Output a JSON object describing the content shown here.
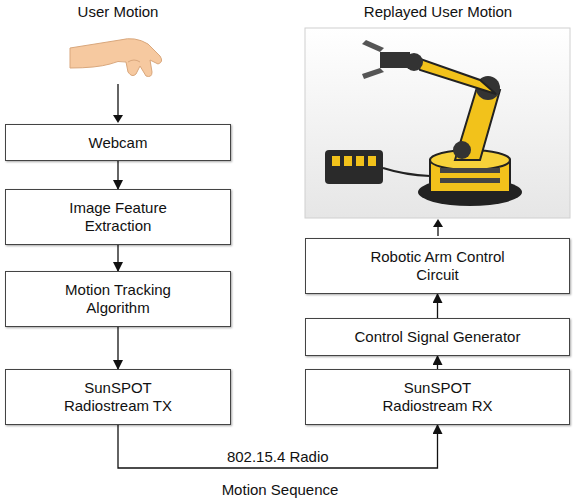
{
  "diagram": {
    "nodes": [
      {
        "text": [
          "Webcam"
        ]
      },
      {
        "text": [
          "Image Feature Extraction"
        ]
      },
      {
        "text": [
          "Motion Tracking Algorithm"
        ]
      },
      {
        "text": [
          "SunSPOT Radiostream TX"
        ]
      },
      {
        "text": [
          "SunSPOT Radiostream RX"
        ]
      },
      {
        "text": [
          "Control Signal Generator"
        ]
      },
      {
        "text": [
          "Robotic Arm Control Circuit"
        ]
      }
    ],
    "edges": [
      {
        "from": 0,
        "to": 1,
        "arrow": "to"
      },
      {
        "from": 1,
        "to": 2,
        "arrow": "to"
      },
      {
        "from": 2,
        "to": 3,
        "arrow": "to"
      },
      {
        "from": 3,
        "to": 4,
        "label": "802.15.4 Radio",
        "arrow": "to"
      },
      {
        "from": 4,
        "to": 5,
        "arrow": "to"
      },
      {
        "from": 5,
        "to": 6,
        "arrow": "to"
      }
    ],
    "labels": [
      "User Motion",
      "Replayed User Motion",
      "Motion Sequence"
    ]
  }
}
